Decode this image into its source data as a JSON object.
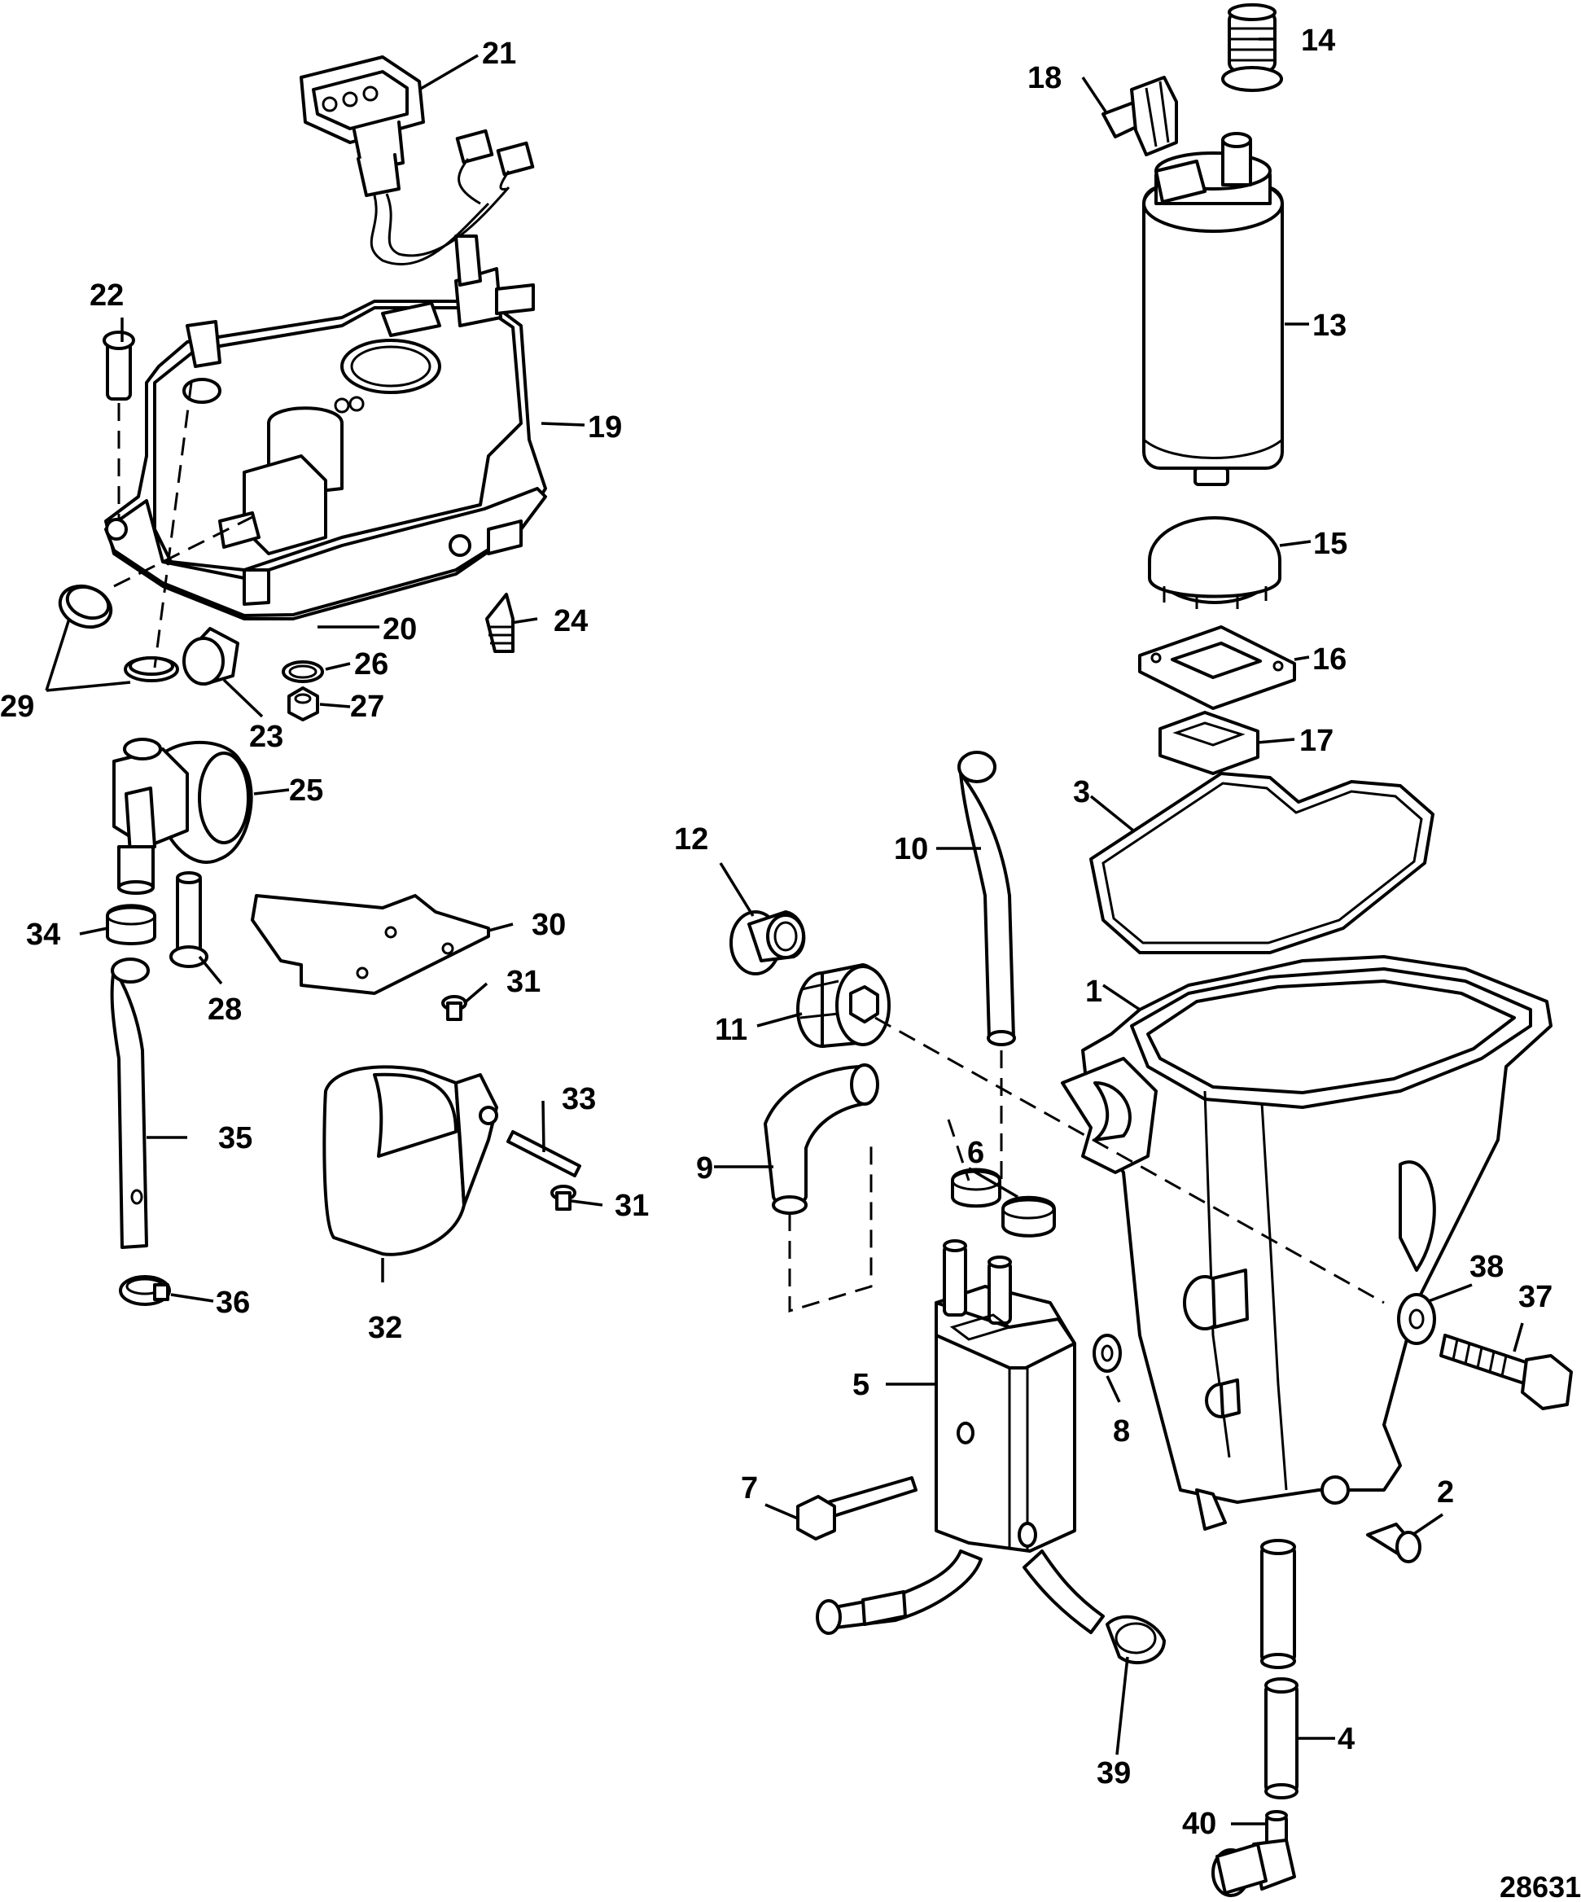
{
  "figure": {
    "figure_number": "28631"
  },
  "callouts": [
    {
      "id": "c1",
      "label": "1"
    },
    {
      "id": "c2",
      "label": "2"
    },
    {
      "id": "c3",
      "label": "3"
    },
    {
      "id": "c4",
      "label": "4"
    },
    {
      "id": "c5",
      "label": "5"
    },
    {
      "id": "c6",
      "label": "6"
    },
    {
      "id": "c7",
      "label": "7"
    },
    {
      "id": "c8",
      "label": "8"
    },
    {
      "id": "c9",
      "label": "9"
    },
    {
      "id": "c10",
      "label": "10"
    },
    {
      "id": "c11",
      "label": "11"
    },
    {
      "id": "c12",
      "label": "12"
    },
    {
      "id": "c13",
      "label": "13"
    },
    {
      "id": "c14",
      "label": "14"
    },
    {
      "id": "c15",
      "label": "15"
    },
    {
      "id": "c16",
      "label": "16"
    },
    {
      "id": "c17",
      "label": "17"
    },
    {
      "id": "c18",
      "label": "18"
    },
    {
      "id": "c19",
      "label": "19"
    },
    {
      "id": "c20",
      "label": "20"
    },
    {
      "id": "c21",
      "label": "21"
    },
    {
      "id": "c22",
      "label": "22"
    },
    {
      "id": "c23",
      "label": "23"
    },
    {
      "id": "c24",
      "label": "24"
    },
    {
      "id": "c25",
      "label": "25"
    },
    {
      "id": "c26",
      "label": "26"
    },
    {
      "id": "c27",
      "label": "27"
    },
    {
      "id": "c28",
      "label": "28"
    },
    {
      "id": "c29",
      "label": "29"
    },
    {
      "id": "c30",
      "label": "30"
    },
    {
      "id": "c31a",
      "label": "31"
    },
    {
      "id": "c31b",
      "label": "31"
    },
    {
      "id": "c32",
      "label": "32"
    },
    {
      "id": "c33",
      "label": "33"
    },
    {
      "id": "c34",
      "label": "34"
    },
    {
      "id": "c35",
      "label": "35"
    },
    {
      "id": "c36",
      "label": "36"
    },
    {
      "id": "c37",
      "label": "37"
    },
    {
      "id": "c38",
      "label": "38"
    },
    {
      "id": "c39",
      "label": "39"
    },
    {
      "id": "c40",
      "label": "40"
    }
  ]
}
